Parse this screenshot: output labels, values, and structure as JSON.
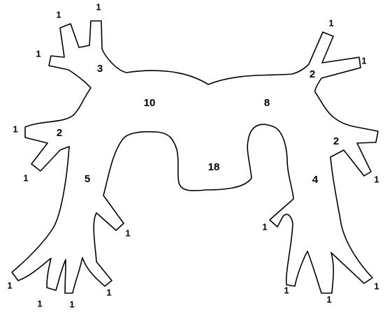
{
  "diagram": {
    "outline_color": "#000000",
    "background_color": "#ffffff",
    "regions": {
      "center": "18",
      "upper_left_body": "10",
      "upper_right_body": "8",
      "left_upper_hub": "3",
      "left_mid_hub": "2",
      "left_lower_hub": "5",
      "right_upper_hub": "2",
      "right_mid_hub": "2",
      "right_lower_hub": "4"
    },
    "leaves": {
      "tl_top": "1",
      "tl_upper": "1",
      "tl_side": "1",
      "l_mid_side": "1",
      "l_mid_low": "1",
      "l_arm_spur": "1",
      "l_foot_1": "1",
      "l_foot_2": "1",
      "l_foot_3": "1",
      "l_foot_4": "1",
      "tr_top": "1",
      "tr_side": "1",
      "r_mid_side": "1",
      "r_arm_spur": "1",
      "r_foot_1": "1",
      "r_foot_2": "1",
      "r_foot_3": "1"
    }
  }
}
